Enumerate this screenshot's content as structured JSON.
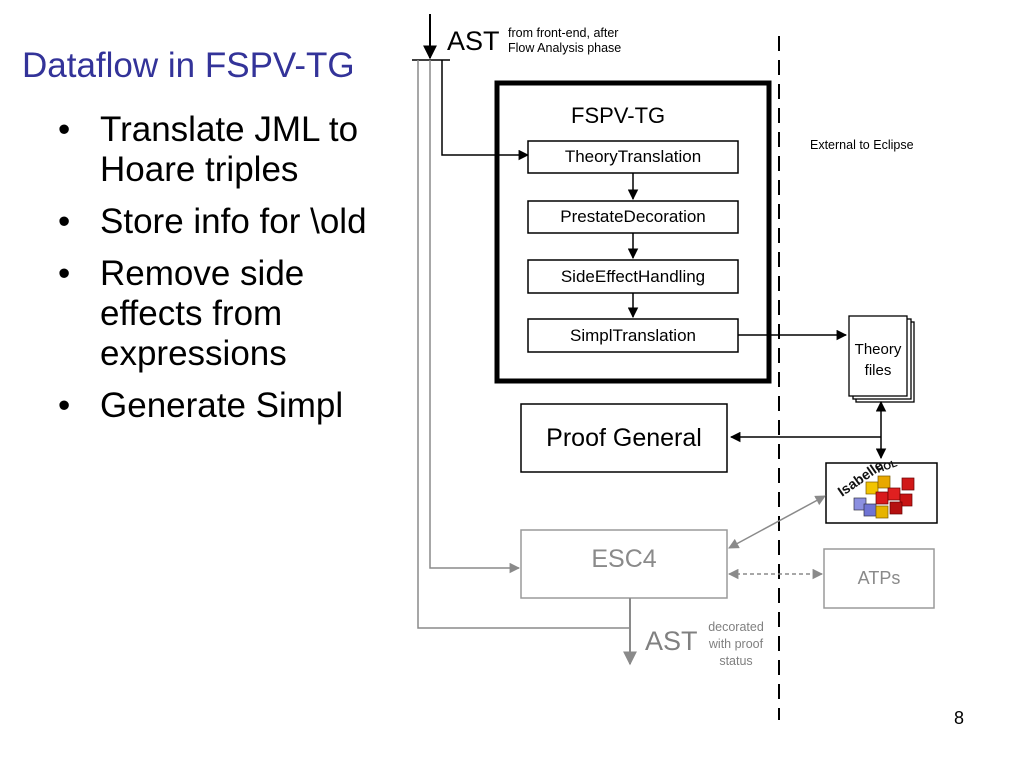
{
  "slide": {
    "title": "Dataflow in FSPV-TG",
    "bullets": [
      "Translate JML to Hoare triples",
      "Store info for \\old",
      "Remove side effects from expressions",
      "Generate Simpl"
    ],
    "page_number": "8"
  },
  "diagram": {
    "ast_in": {
      "label": "AST",
      "note_line1": "from front-end, after",
      "note_line2": "Flow Analysis phase"
    },
    "fspv_box_title": "FSPV-TG",
    "stages": [
      "TheoryTranslation",
      "PrestateDecoration",
      "SideEffectHandling",
      "SimplTranslation"
    ],
    "external_label": "External to Eclipse",
    "theory_files": {
      "line1": "Theory",
      "line2": "files"
    },
    "proof_general": "Proof General",
    "isabelle_logo": {
      "word": "Isabelle",
      "sub": "HOL"
    },
    "esc4": "ESC4",
    "atps": "ATPs",
    "ast_out": {
      "label": "AST",
      "note_line1": "decorated",
      "note_line2": "with proof",
      "note_line3": "status"
    },
    "colors": {
      "title": "#333399",
      "black": "#000000",
      "grey": "#8a8a8a",
      "grey_text": "#808080"
    }
  }
}
